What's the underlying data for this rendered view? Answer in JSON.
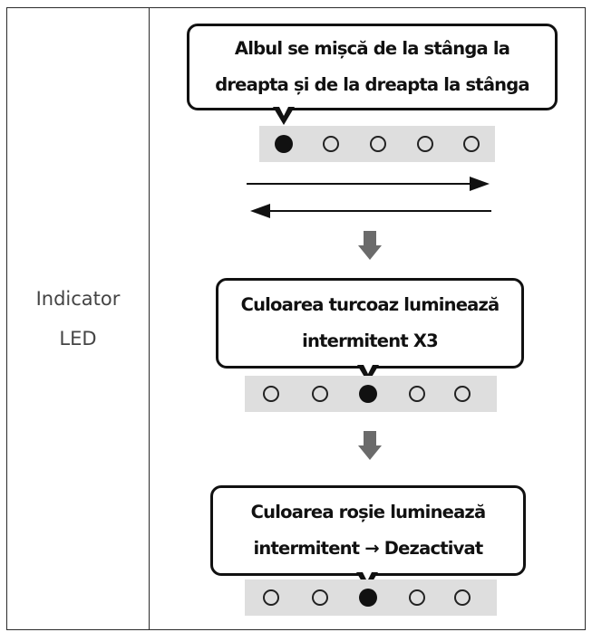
{
  "row_label": {
    "line1": "Indicator",
    "line2": "LED"
  },
  "steps": [
    {
      "line1": "Albul se mișcă de la stânga la",
      "line2": "dreapta și de la dreapta la stânga",
      "led_states": [
        "on",
        "off",
        "off",
        "off",
        "off"
      ]
    },
    {
      "line1": "Culoarea turcoaz luminează",
      "line2": "intermitent X3",
      "led_states": [
        "off",
        "off",
        "on",
        "off",
        "off"
      ]
    },
    {
      "line1": "Culoarea roșie luminează",
      "line2": "intermitent → Dezactivat",
      "led_states": [
        "off",
        "off",
        "on",
        "off",
        "off"
      ]
    }
  ],
  "colors": {
    "led_bar": "#dedede",
    "down_arrow": "#6b6b6b",
    "border": "#2b2b2b"
  }
}
